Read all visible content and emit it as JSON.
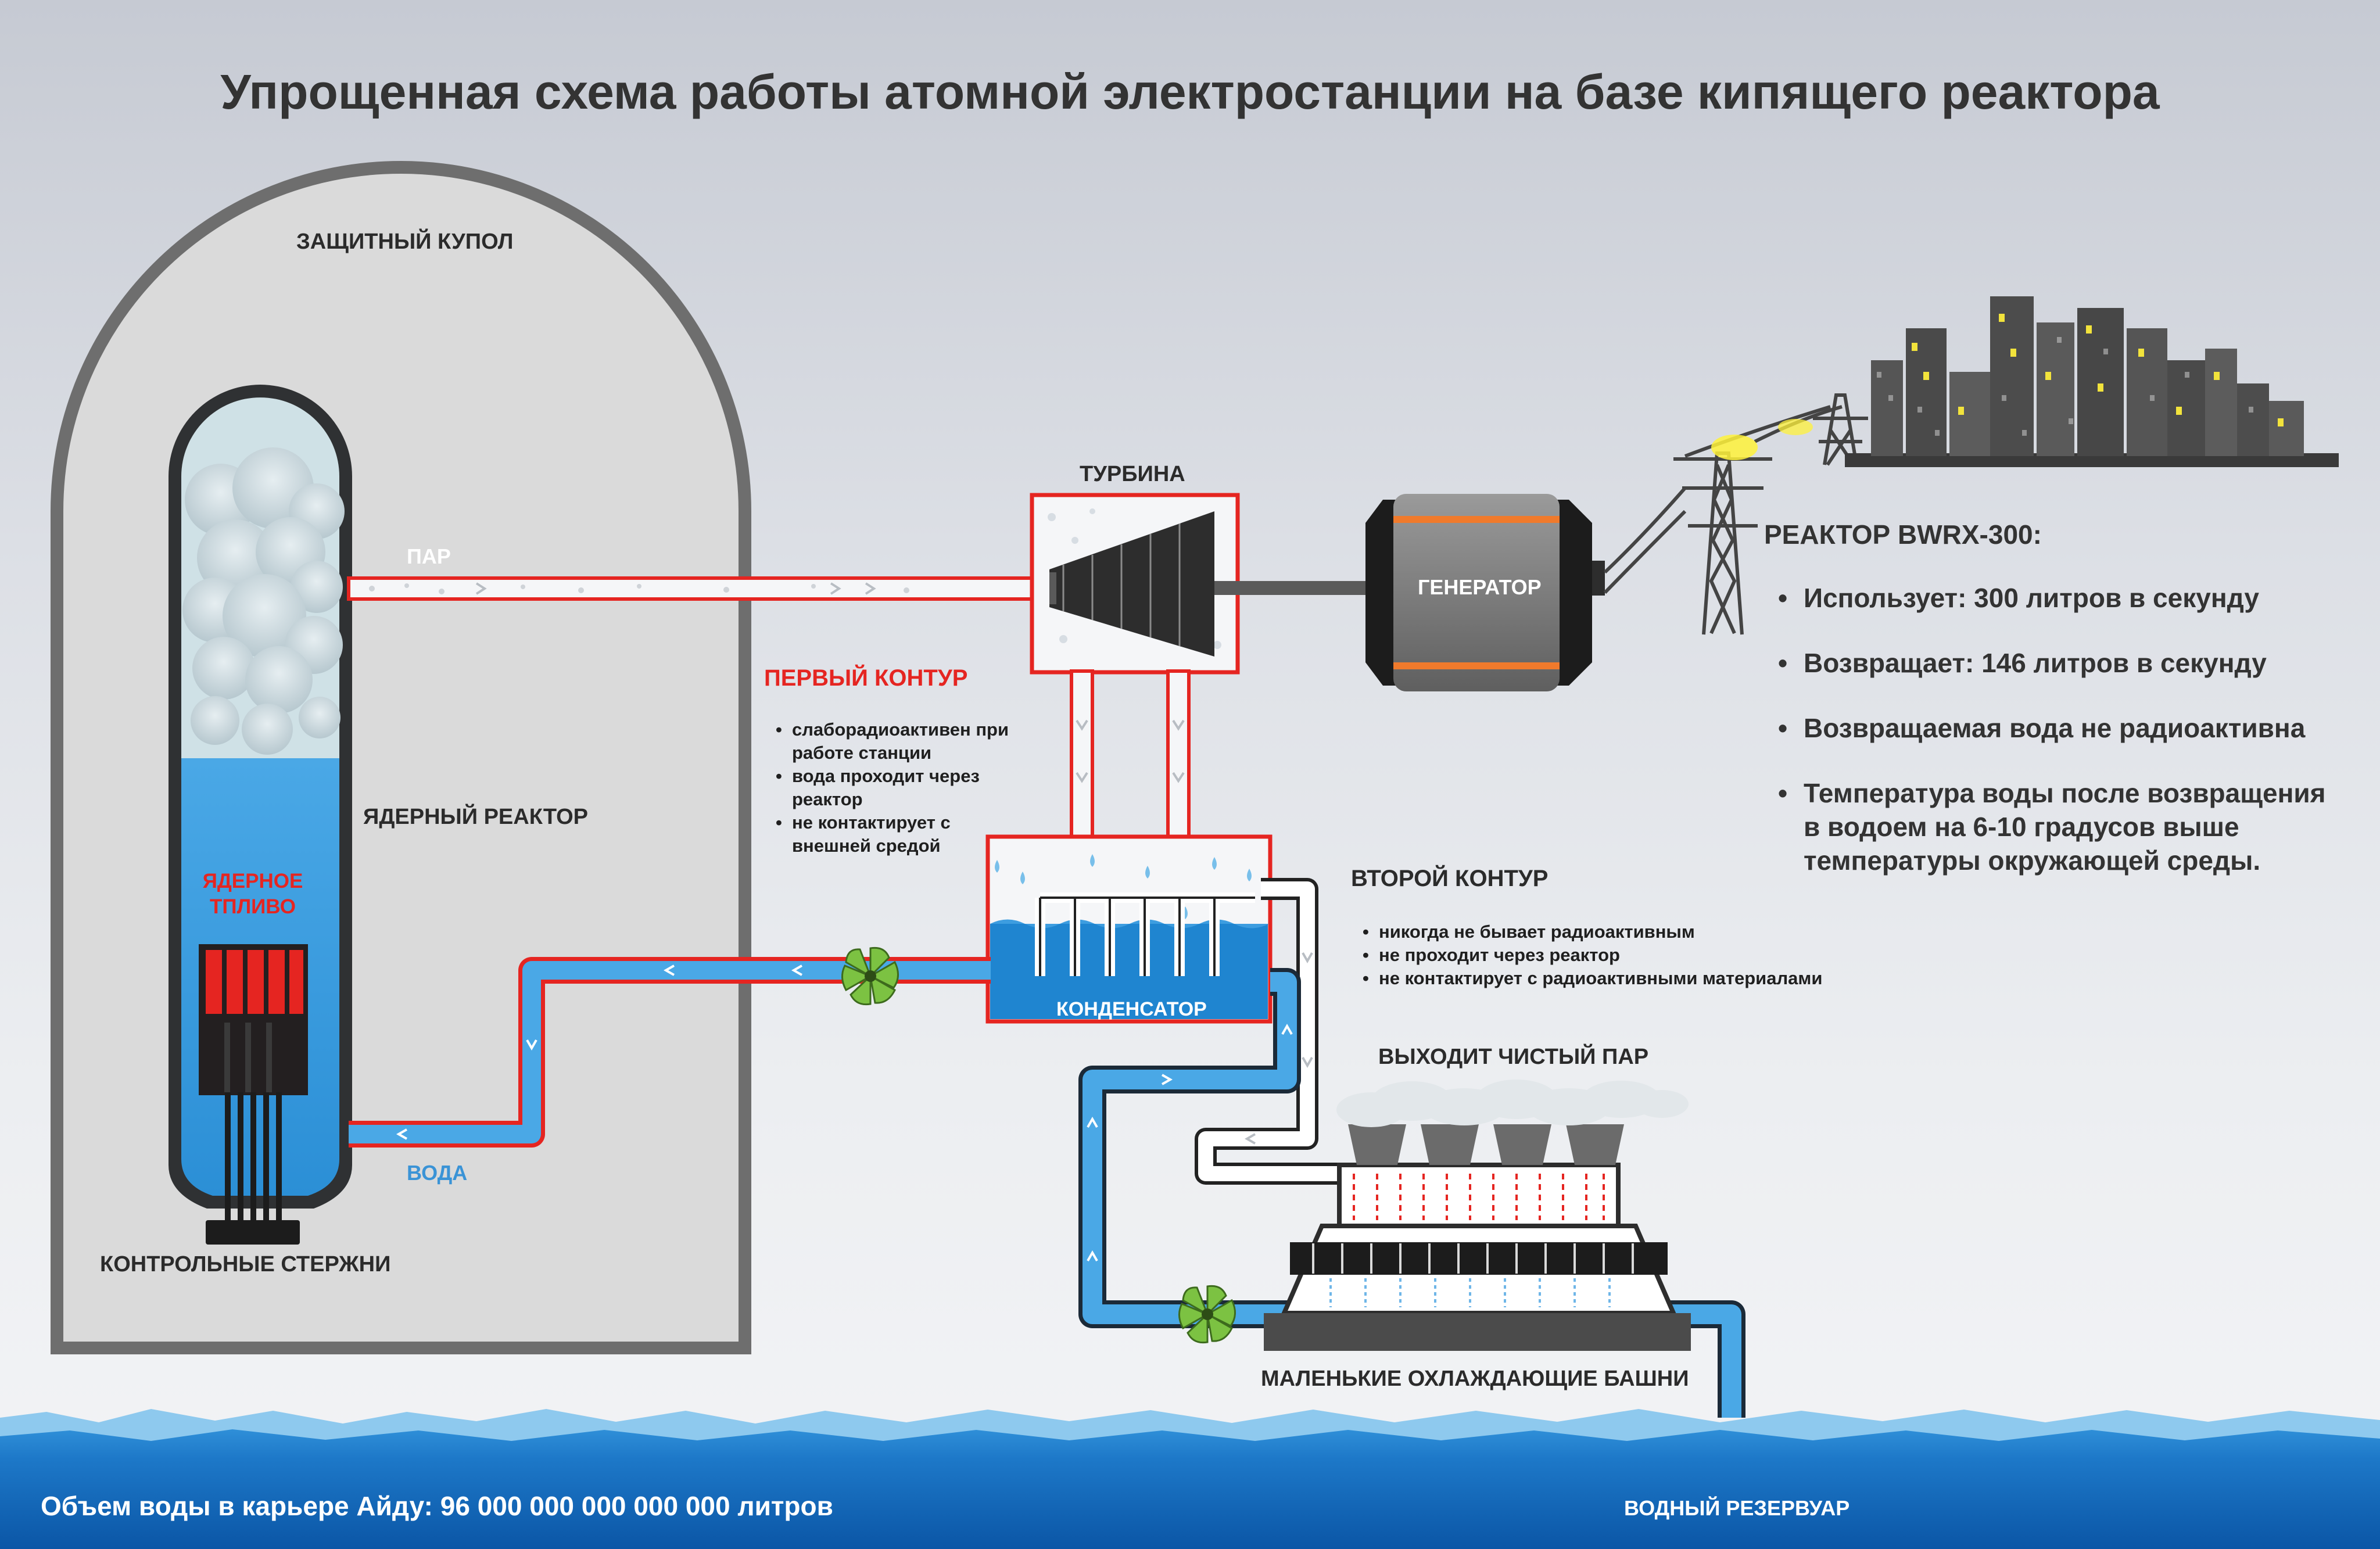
{
  "title": "Упрощенная схема  работы атомной электростанции на базе кипящего реактора",
  "labels": {
    "dome": "ЗАЩИТНЫЙ КУПОЛ",
    "steam": "ПАР",
    "turbine": "ТУРБИНА",
    "generator": "ГЕНЕРАТОР",
    "reactor": "ЯДЕРНЫЙ РЕАКТОР",
    "fuel_line1": "ЯДЕРНОЕ",
    "fuel_line2": "ТПЛИВО",
    "water": "ВОДА",
    "control_rods": "КОНТРОЛЬНЫЕ СТЕРЖНИ",
    "condenser": "КОНДЕНСАТОР",
    "clean_steam": "ВЫХОДИТ ЧИСТЫЙ ПАР",
    "cooling_towers": "МАЛЕНЬКИЕ ОХЛАЖДАЮЩИЕ БАШНИ",
    "reservoir": "ВОДНЫЙ РЕЗЕРВУАР"
  },
  "primary_loop": {
    "title": "ПЕРВЫЙ КОНТУР",
    "bullets": [
      [
        "слаборадиоактивен при",
        "работе станции"
      ],
      [
        "вода проходит через",
        "реактор"
      ],
      [
        "не контактирует с",
        "внешней средой"
      ]
    ]
  },
  "secondary_loop": {
    "title": "ВТОРОЙ КОНТУР",
    "bullets": [
      "никогда не бывает радиоактивным",
      "не проходит через реактор",
      "не контактирует с радиоактивными материалами"
    ]
  },
  "reactor_spec": {
    "title": "РЕАКТОР BWRX-300:",
    "items": [
      [
        "Использует: 300 литров в секунду"
      ],
      [
        "Возвращает: 146 литров в секунду"
      ],
      [
        "Возвращаемая вода не радиоактивна"
      ],
      [
        "Температура воды после возвращения",
        "в водоем на 6-10 градусов выше",
        "температуры окружающей среды."
      ]
    ]
  },
  "footer": {
    "volume_text": "Объем воды в карьере Айду: 96 000 000 000 000 000 литров"
  },
  "colors": {
    "primary_loop": "#e52521",
    "water_blue": "#3a93d6",
    "deep_blue": "#0f63b4",
    "dome_fill": "#dadada",
    "dome_border": "#6e6e6e",
    "generator_orange": "#f07a2c",
    "fan_green": "#7cc242"
  },
  "icons": [
    "turbine-icon",
    "generator-icon",
    "pump-fan-icon",
    "power-tower-icon",
    "city-skyline-icon",
    "steam-cloud-icon"
  ]
}
